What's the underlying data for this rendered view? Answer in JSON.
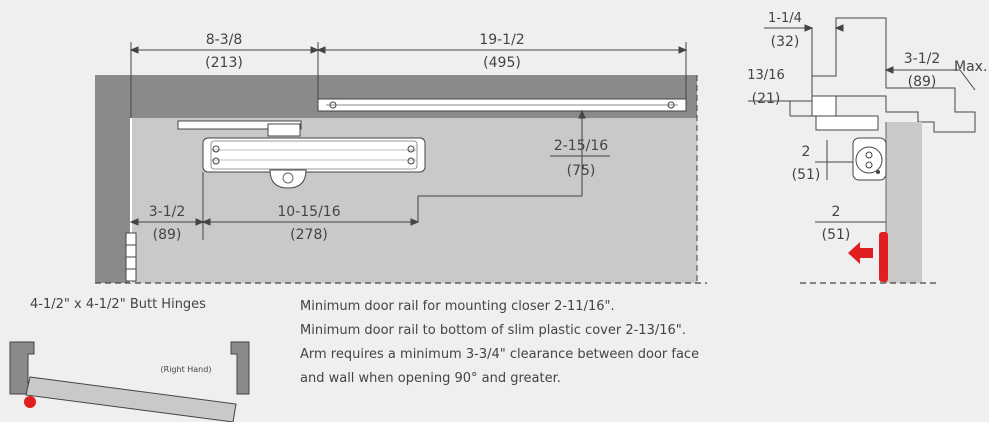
{
  "dimensions": {
    "arm_length_in": "8-3/8",
    "arm_length_mm": "(213)",
    "track_length_in": "19-1/2",
    "track_length_mm": "(495)",
    "track_drop_in": "2-15/16",
    "track_drop_mm": "(75)",
    "hinge_offset_in": "3-1/2",
    "hinge_offset_mm": "(89)",
    "body_offset_in": "10-15/16",
    "body_offset_mm": "(278)",
    "side_top_in": "1-1/4",
    "side_top_mm": "(32)",
    "side_drop_in": "13/16",
    "side_drop_mm": "(21)",
    "side_max_in": "3-1/2",
    "side_max_mm": "(89)",
    "side_max_label": "Max.",
    "side_body_in": "2",
    "side_body_mm": "(51)",
    "side_door_in": "2",
    "side_door_mm": "(51)"
  },
  "labels": {
    "hinges": "4-1/2\" x 4-1/2\" Butt Hinges",
    "right_hand": "(Right Hand)"
  },
  "notes": [
    "Minimum door rail for mounting closer 2-11/16\".",
    "Minimum door rail to bottom of slim plastic cover 2-13/16\".",
    "Arm requires a minimum 3-3/4\" clearance between door face",
    "and wall when opening 90° and greater."
  ],
  "colors": {
    "frame": "#8a8a8a",
    "door": "#c9c9c9",
    "accent": "#e02020",
    "line": "#444444"
  }
}
